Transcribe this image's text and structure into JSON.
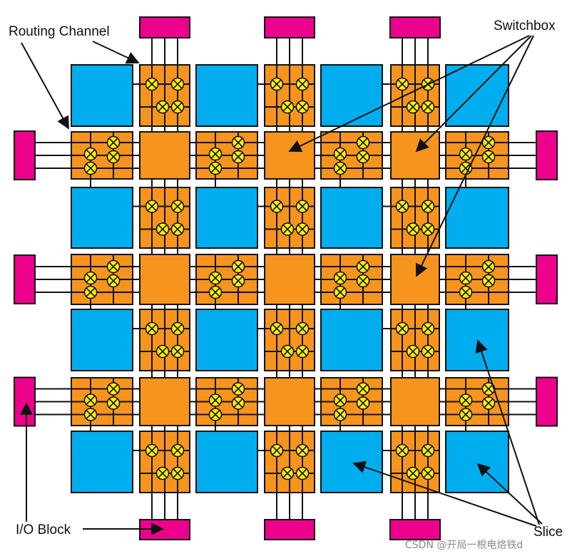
{
  "labels": {
    "routing_channel": "Routing Channel",
    "switchbox": "Switchbox",
    "io_block": "I/O Block",
    "slice": "Slice"
  },
  "watermark": "CSDN @开局一根电烙铁d",
  "colors": {
    "slice": "#00AEEF",
    "routing": "#F7941D",
    "io": "#EC008C",
    "switch": "#FFF200",
    "line": "#111111"
  }
}
